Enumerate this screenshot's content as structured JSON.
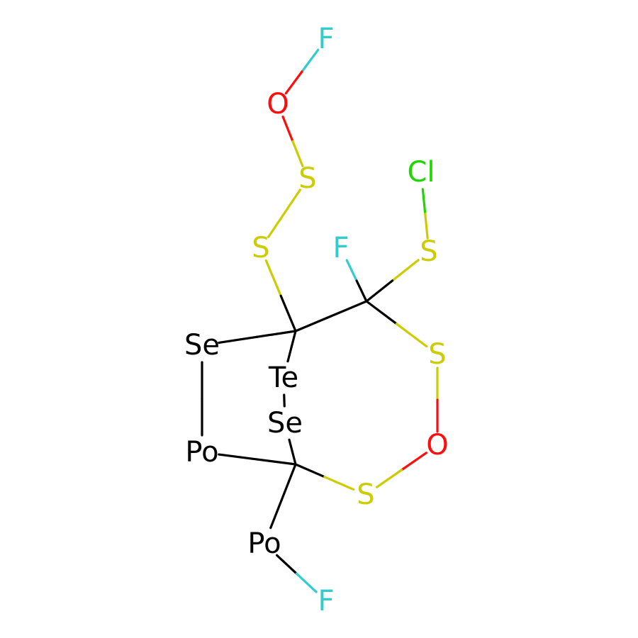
{
  "colors": {
    "F": "#33CCCC",
    "O": "#FF0D0D",
    "S": "#CCCC00",
    "Cl": "#1FD600",
    "Se": "#000000",
    "Te": "#000000",
    "Po": "#000000",
    "C": "#000000"
  },
  "atoms": [
    {
      "id": "F1",
      "label": "F",
      "element": "F"
    },
    {
      "id": "O1",
      "label": "O",
      "element": "O"
    },
    {
      "id": "S1",
      "label": "S",
      "element": "S"
    },
    {
      "id": "S2",
      "label": "S",
      "element": "S"
    },
    {
      "id": "Cl1",
      "label": "Cl",
      "element": "Cl"
    },
    {
      "id": "F2",
      "label": "F",
      "element": "F"
    },
    {
      "id": "S3",
      "label": "S",
      "element": "S"
    },
    {
      "id": "C1",
      "label": "",
      "element": "C"
    },
    {
      "id": "C2",
      "label": "",
      "element": "C"
    },
    {
      "id": "Se1",
      "label": "Se",
      "element": "Se"
    },
    {
      "id": "Te1",
      "label": "Te",
      "element": "Te"
    },
    {
      "id": "S4",
      "label": "S",
      "element": "S"
    },
    {
      "id": "Se2",
      "label": "Se",
      "element": "Se"
    },
    {
      "id": "O2",
      "label": "O",
      "element": "O"
    },
    {
      "id": "Po1",
      "label": "Po",
      "element": "Po"
    },
    {
      "id": "C3",
      "label": "",
      "element": "C"
    },
    {
      "id": "S5",
      "label": "S",
      "element": "S"
    },
    {
      "id": "Po2",
      "label": "Po",
      "element": "Po"
    },
    {
      "id": "F3",
      "label": "F",
      "element": "F"
    }
  ],
  "bonds": [
    [
      "F1",
      "O1"
    ],
    [
      "O1",
      "S1"
    ],
    [
      "S1",
      "S2"
    ],
    [
      "S2",
      "C1"
    ],
    [
      "Cl1",
      "S3"
    ],
    [
      "F2",
      "C2"
    ],
    [
      "S3",
      "C2"
    ],
    [
      "C1",
      "C2"
    ],
    [
      "C2",
      "S4"
    ],
    [
      "Se1",
      "C1"
    ],
    [
      "C1",
      "Te1"
    ],
    [
      "Te1",
      "Se2"
    ],
    [
      "Se2",
      "C3"
    ],
    [
      "S4",
      "O2"
    ],
    [
      "O2",
      "S5"
    ],
    [
      "Se1",
      "Po1"
    ],
    [
      "Po1",
      "C3"
    ],
    [
      "C3",
      "S5"
    ],
    [
      "C3",
      "Po2"
    ],
    [
      "Po2",
      "F3"
    ]
  ]
}
